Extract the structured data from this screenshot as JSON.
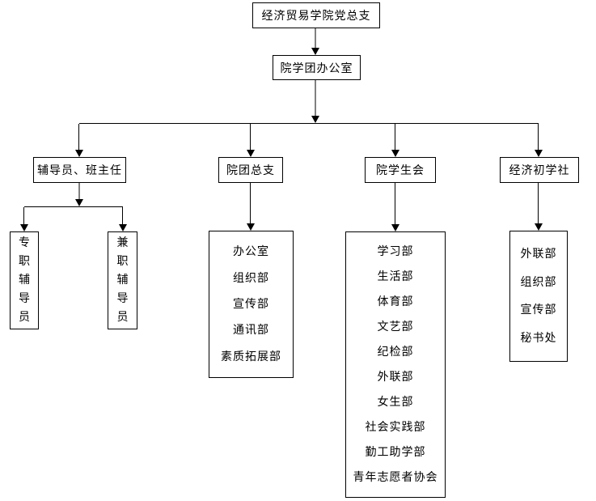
{
  "org": {
    "root": "经济贸易学院党总支",
    "office": "院学团办公室"
  },
  "branches": [
    {
      "label": "辅导员、班主任",
      "children": [
        "专职辅导员",
        "兼职辅导员"
      ]
    },
    {
      "label": "院团总支",
      "departments": [
        "办公室",
        "组织部",
        "宣传部",
        "通讯部",
        "素质拓展部"
      ]
    },
    {
      "label": "院学生会",
      "departments": [
        "学习部",
        "生活部",
        "体育部",
        "文艺部",
        "纪检部",
        "外联部",
        "女生部",
        "社会实践部",
        "勤工助学部",
        "青年志愿者协会"
      ]
    },
    {
      "label": "经济初学社",
      "departments": [
        "外联部",
        "组织部",
        "宣传部",
        "秘书处"
      ]
    }
  ],
  "colors": {
    "background": "#ffffff",
    "border": "#000000",
    "line": "#000000",
    "stem": "#808080",
    "text": "#000000"
  }
}
